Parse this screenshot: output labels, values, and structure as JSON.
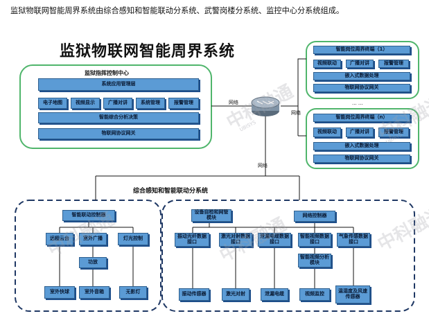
{
  "caption": "监狱物联网智能周界系统由综合感知和智能联动分系统、武警岗楼分系统、监控中心分系统组成。",
  "diagram": {
    "title": "监狱物联网智能周界系统",
    "control_center": {
      "label": "监狱指挥控制中心",
      "app_layer": "系统应用管理层",
      "modules": [
        "电子地图",
        "视频显示",
        "广播对讲",
        "系统管理",
        "报警管理"
      ],
      "analysis": "智能综合分析决策",
      "gateway": "物联网协议网关"
    },
    "network_labels": {
      "left": "网络",
      "right": "网络",
      "down": "网络"
    },
    "watchtower_1": {
      "title": "智能岗位周界终端（1）",
      "modules": [
        "视频联动",
        "广播对讲",
        "报警管理"
      ],
      "embedded": "嵌入式数据处理",
      "gateway": "物联网协议网关"
    },
    "ellipsis": "... ...",
    "watchtower_n": {
      "title": "智能岗位周界终端（n）",
      "modules": [
        "视频联动",
        "广播对讲",
        "报警管理"
      ],
      "embedded": "嵌入式数据处理",
      "gateway": "物联网协议网关"
    },
    "subsystem": {
      "label": "综合感知和智能联动分系统",
      "left": {
        "controller": "智能联动控制器",
        "branches": [
          "远程云台",
          "室外广播",
          "灯光控制"
        ],
        "amp": "功放",
        "outputs": [
          "室外快球",
          "室外音箱",
          "无影灯"
        ]
      },
      "right": {
        "equip_access": "设备自检和网管模块",
        "net_controller": "网络控制器",
        "interfaces": [
          "振动光纤数据接口",
          "激光对射数据接口",
          "泄漏电缆数据接口",
          "智能视频数据接口",
          "气象传感数据接口"
        ],
        "analysis_module": "智能视频分析模块",
        "sensors": [
          "振动传感器",
          "激光对射",
          "泄漏电缆",
          "视频监控",
          "温湿度及风速传感器"
        ]
      }
    },
    "watermark": [
      "中科融通",
      "UBISYS"
    ]
  }
}
